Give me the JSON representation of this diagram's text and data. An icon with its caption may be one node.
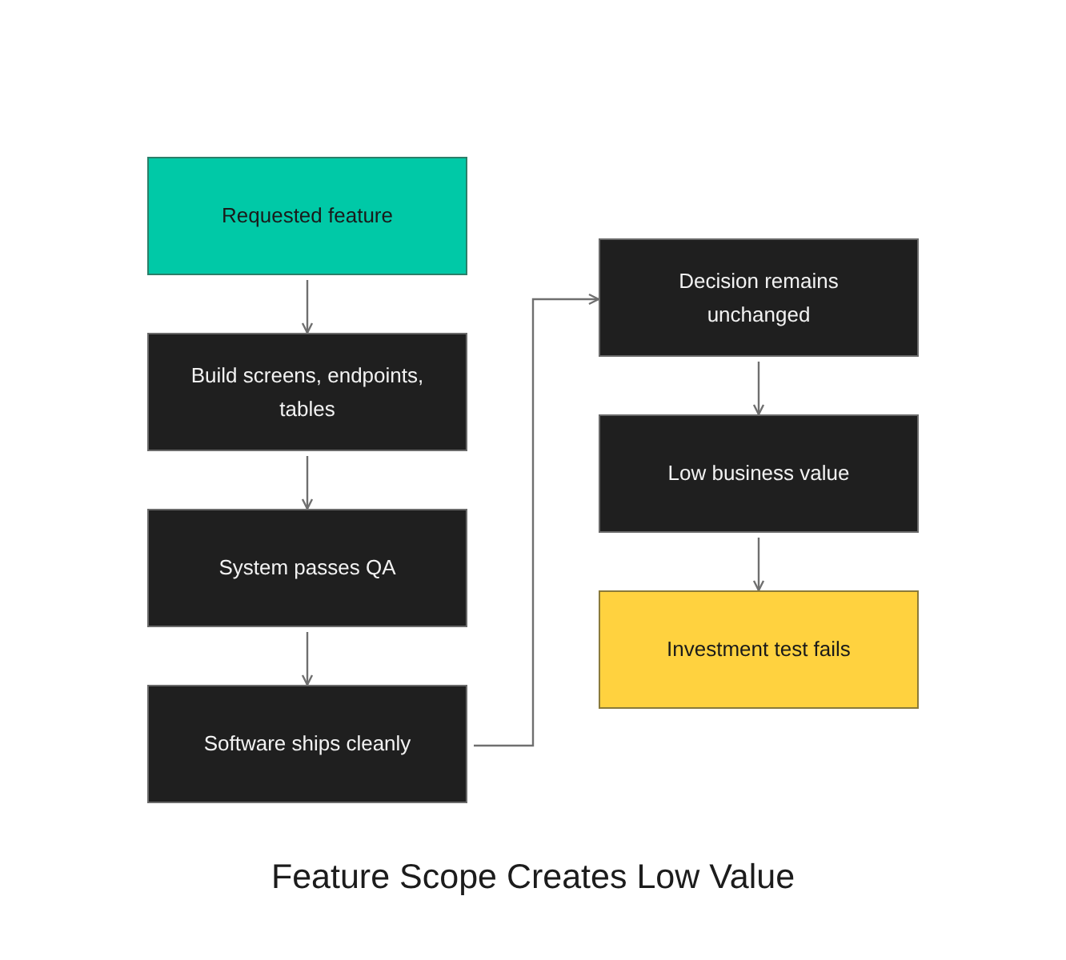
{
  "diagram": {
    "title": "Feature Scope Creates Low Value",
    "nodes": [
      {
        "text": [
          "Requested feature"
        ]
      },
      {
        "text": [
          "Build screens, endpoints, tables"
        ]
      },
      {
        "text": [
          "System passes QA"
        ]
      },
      {
        "text": [
          "Software ships cleanly"
        ]
      },
      {
        "text": [
          "Decision remains unchanged"
        ]
      },
      {
        "text": [
          "Low business value"
        ]
      },
      {
        "text": [
          "Investment test fails"
        ]
      }
    ],
    "edges": [
      {
        "from": 0,
        "to": 1,
        "arrow": "to"
      },
      {
        "from": 1,
        "to": 2,
        "arrow": "to"
      },
      {
        "from": 2,
        "to": 3,
        "arrow": "to"
      },
      {
        "from": 3,
        "to": 4,
        "arrow": "to"
      },
      {
        "from": 4,
        "to": 5,
        "arrow": "to"
      },
      {
        "from": 5,
        "to": 6,
        "arrow": "to"
      }
    ]
  }
}
